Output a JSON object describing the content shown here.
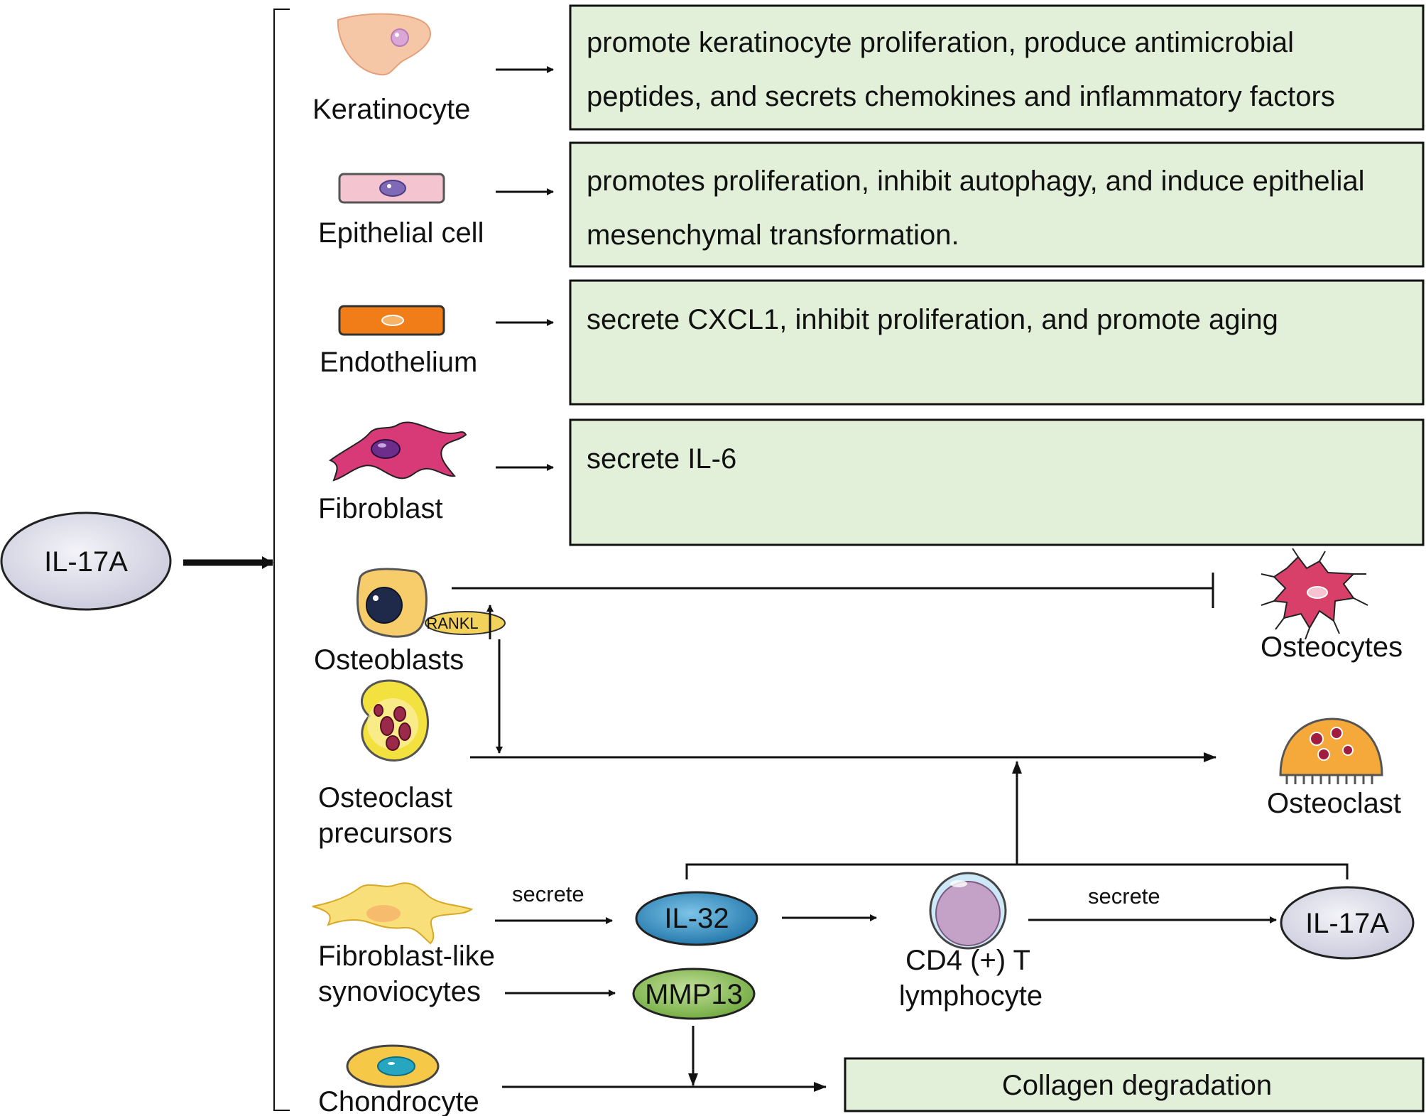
{
  "center": {
    "label": "IL-17A"
  },
  "cells": {
    "keratinocyte": "Keratinocyte",
    "epithelial": "Epithelial cell",
    "endothelium": "Endothelium",
    "fibroblast": "Fibroblast",
    "osteoblasts": "Osteoblasts",
    "rankl": "RANKL",
    "osteocytes": "Osteocytes",
    "osteoclast_precursors": [
      "Osteoclast",
      "precursors"
    ],
    "osteoclast": "Osteoclast",
    "fls": [
      "Fibroblast-like",
      "synoviocytes"
    ],
    "chondrocyte": "Chondrocyte",
    "cd4": [
      "CD4 (+) T",
      "lymphocyte"
    ]
  },
  "effects": {
    "keratinocyte": [
      "promote keratinocyte proliferation, produce antimicrobial",
      "peptides, and secrets chemokines and inflammatory factors"
    ],
    "epithelial": [
      "promotes proliferation, inhibit autophagy, and induce epithelial",
      "mesenchymal transformation."
    ],
    "endothelium": [
      "secrete CXCL1, inhibit proliferation, and promote aging"
    ],
    "fibroblast": [
      "secrete IL-6"
    ],
    "collagen": "Collagen degradation"
  },
  "molecules": {
    "il32": "IL-32",
    "mmp13": "MMP13",
    "il17a": "IL-17A"
  },
  "verbs": {
    "secrete_1": "secrete",
    "secrete_2": "secrete"
  },
  "colors": {
    "box_fill": "#e2efd9",
    "il17a_oval": "#e4e4f0",
    "il32_oval": "#3a95c9",
    "mmp13_oval": "#8fc15a",
    "keratinocyte": "#f6c7a6",
    "epithelial": "#f4c4d0",
    "endothelium": "#f07d17",
    "fibroblast": "#d83a78",
    "osteoblast": "#f7cc6a",
    "osteocyte": "#d8406a",
    "osteoclast": "#f5a93a",
    "fls": "#f8df7a",
    "chondrocyte": "#f5c848",
    "lymphocyte": "#c4a2c8"
  }
}
